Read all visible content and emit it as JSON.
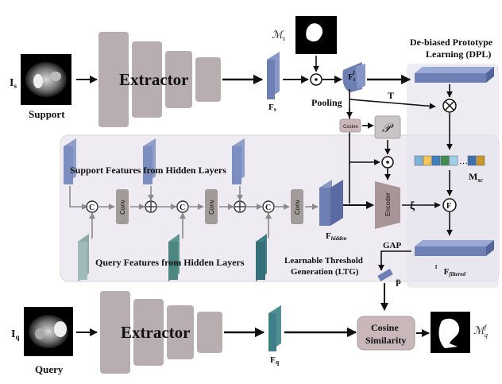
{
  "support": {
    "image_symbol": "I",
    "image_sub": "s",
    "caption": "Support"
  },
  "query": {
    "image_symbol": "I",
    "image_sub": "q",
    "caption": "Query"
  },
  "extractor_top_label": "Extractor",
  "extractor_bottom_label": "Extractor",
  "mask_support": {
    "symbol": "ℳ",
    "sub": "s"
  },
  "mask_pred": {
    "symbol": "ℳ",
    "sub": "q",
    "sup": "f"
  },
  "feature_labels": {
    "fs": "F",
    "fs_sub": "s",
    "fsf": "F",
    "fsf_sub": "s",
    "fsf_sup": "f",
    "fq": "F",
    "fq_sub": "q",
    "fhidden": "F",
    "fhidden_sub": "hidden",
    "ffiltered": "F",
    "ffiltered_sub": "filtered",
    "ffiltered_sup": "f",
    "msc": "M",
    "msc_sub": "sc",
    "pbar": "P̅",
    "t": "T",
    "p_script": "𝒫",
    "xi": "ξ"
  },
  "dpl_title_line1": "De-biased Prototype",
  "dpl_title_line2": "Learning (DPL)",
  "pooling_label": "Pooling",
  "cosine_small": "Cosine",
  "gap_label": "GAP",
  "ltg_line1": "Learnable Threshold",
  "ltg_line2": "Generation (LTG)",
  "support_hidden_label": "Support Features from Hidden Layers",
  "query_hidden_label": "Query Features from Hidden Layers",
  "conv_label": "Conv",
  "encoder_label": "Encoder",
  "c_op": "C",
  "f_op": "F",
  "ellipsis": "…",
  "cosine_similarity_line1": "Cosine",
  "cosine_similarity_line2": "Similarity",
  "colors": {
    "extractor": "#b8aeb0",
    "feature_blue": "#6e7fb3",
    "feature_teal": "#3f7f86",
    "panel_bg": "#eeecf2",
    "xi_red": "#dd0000",
    "cosine_box": "#c9b7ba",
    "encoder": "#a79598",
    "p_box": "#c8c4c6"
  },
  "prototype_colors": [
    "#7fb3d8",
    "#f3c85a",
    "#3d7fbf",
    "#3e8f51",
    "#9fd0ea",
    "#3f6fb0",
    "#c89a2c"
  ]
}
